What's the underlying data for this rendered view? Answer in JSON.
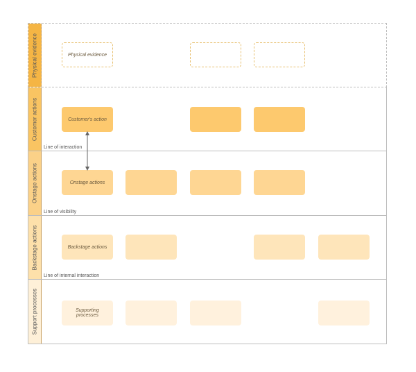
{
  "lanes": [
    {
      "name": "Physical evidence",
      "label_color": "#f5b544",
      "box_style": "dashed",
      "box_color": "#ffffff",
      "line_label": null,
      "boxes": [
        true,
        false,
        true,
        true,
        false
      ],
      "first_box_text": "Physical evidence"
    },
    {
      "name": "Customer actions",
      "label_color": "#f9c462",
      "box_style": "solid",
      "box_color": "#fdc96e",
      "line_label": "Line of interaction",
      "boxes": [
        true,
        false,
        true,
        true,
        false
      ],
      "first_box_text": "Customer's action"
    },
    {
      "name": "Onstage actions",
      "label_color": "#fbd188",
      "box_style": "solid",
      "box_color": "#fed693",
      "line_label": "Line of visibility",
      "boxes": [
        true,
        true,
        true,
        true,
        false
      ],
      "first_box_text": "Onstage actions"
    },
    {
      "name": "Backstage actions",
      "label_color": "#fde0aa",
      "box_style": "solid",
      "box_color": "#fee5ba",
      "line_label": "Line of internal interaction",
      "boxes": [
        true,
        true,
        false,
        true,
        true
      ],
      "first_box_text": "Backstage actions"
    },
    {
      "name": "Support processes",
      "label_color": "#fef0d8",
      "box_style": "solid",
      "box_color": "#fff1dd",
      "line_label": null,
      "boxes": [
        true,
        true,
        true,
        false,
        true
      ],
      "first_box_text": "Supporting processes"
    }
  ]
}
